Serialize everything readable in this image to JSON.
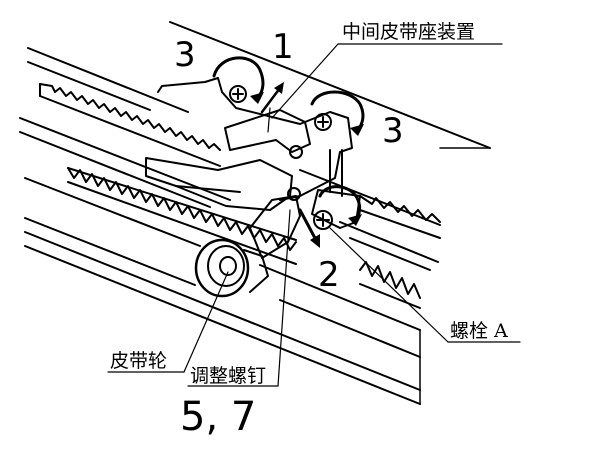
{
  "labels": {
    "middle_belt_seat": "中间皮带座装置",
    "bolt_a": "螺栓 A",
    "pulley": "皮带轮",
    "adjust_screw": "调整螺钉"
  },
  "step_numbers": {
    "n1": "1",
    "n2": "2",
    "n3_left": "3",
    "n3_right": "3",
    "n57": "5, 7"
  }
}
